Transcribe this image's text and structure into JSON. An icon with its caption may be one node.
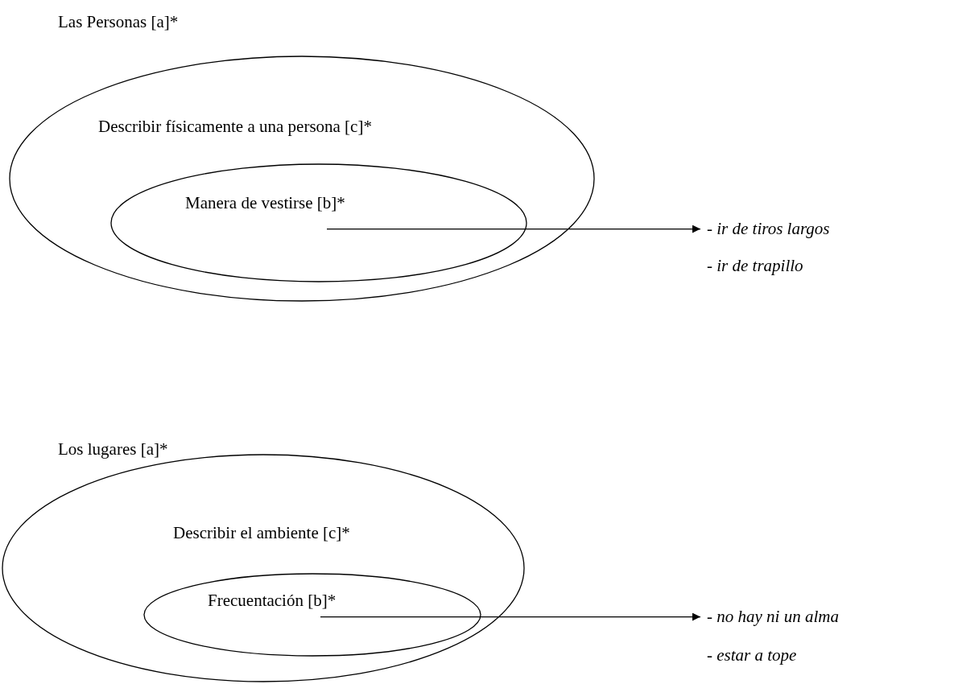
{
  "diagram": {
    "nodes": [
      {
        "text": [
          "Las Personas [a]*",
          "Describir físicamente a una persona [c]*"
        ]
      },
      {
        "text": [
          "Manera de vestirse [b]*"
        ],
        "in": 0
      },
      {
        "text": [
          "- ir de tiros largos",
          "- ir de trapillo"
        ]
      },
      {
        "text": [
          "Los lugares [a]*",
          "Describir el ambiente [c]*"
        ]
      },
      {
        "text": [
          "Frecuentación [b]*"
        ],
        "in": 3
      },
      {
        "text": [
          "- no hay ni un alma",
          "- estar a tope"
        ]
      }
    ],
    "edges": [
      {
        "from": 1,
        "to": 2,
        "arrow": "to"
      },
      {
        "from": 4,
        "to": 5,
        "arrow": "to"
      }
    ]
  }
}
